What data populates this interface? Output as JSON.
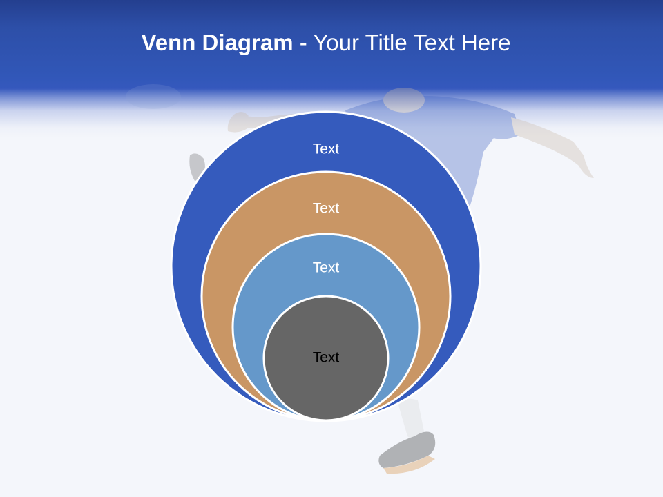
{
  "slide": {
    "title_bold": "Venn Diagram",
    "title_separator": " - ",
    "title_rest": "Your Title Text Here"
  },
  "diagram": {
    "type": "nested-circles",
    "circles": [
      {
        "label": "Text",
        "fill": "#355bbd",
        "text_color": "#ffffff"
      },
      {
        "label": "Text",
        "fill": "#c99665",
        "text_color": "#ffffff"
      },
      {
        "label": "Text",
        "fill": "#6598ca",
        "text_color": "#ffffff"
      },
      {
        "label": "Text",
        "fill": "#666666",
        "text_color": "#000000"
      }
    ]
  },
  "colors": {
    "header": "#2f54b4",
    "background": "#f4f6fb",
    "circle_outline": "#ffffff"
  },
  "background_image": "faded photo of a soccer player in a blue jersey kicking"
}
